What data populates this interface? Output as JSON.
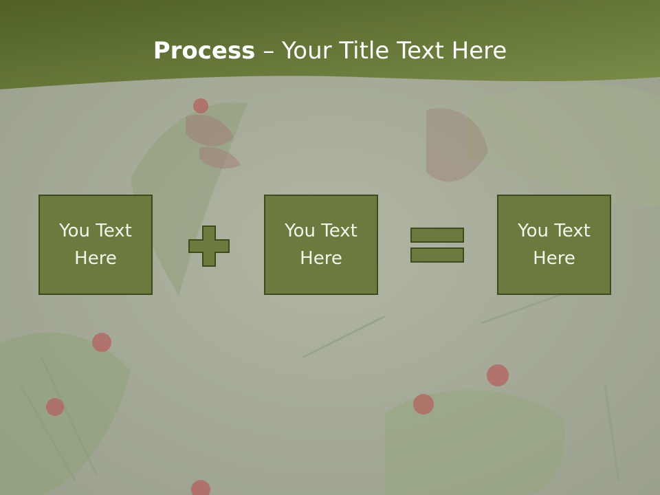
{
  "slide": {
    "title_bold": "Process",
    "title_rest": " – Your Title Text Here"
  },
  "process": {
    "box1_text": "You Text Here",
    "box2_text": "You Text Here",
    "box3_text": "You Text Here",
    "operator1": "plus-icon",
    "operator2": "equals-icon"
  },
  "colors": {
    "header": "#5f6f2f",
    "box_fill": "#6b7a3d",
    "box_border": "#3f4a1c",
    "background": "#a7ad9b"
  }
}
